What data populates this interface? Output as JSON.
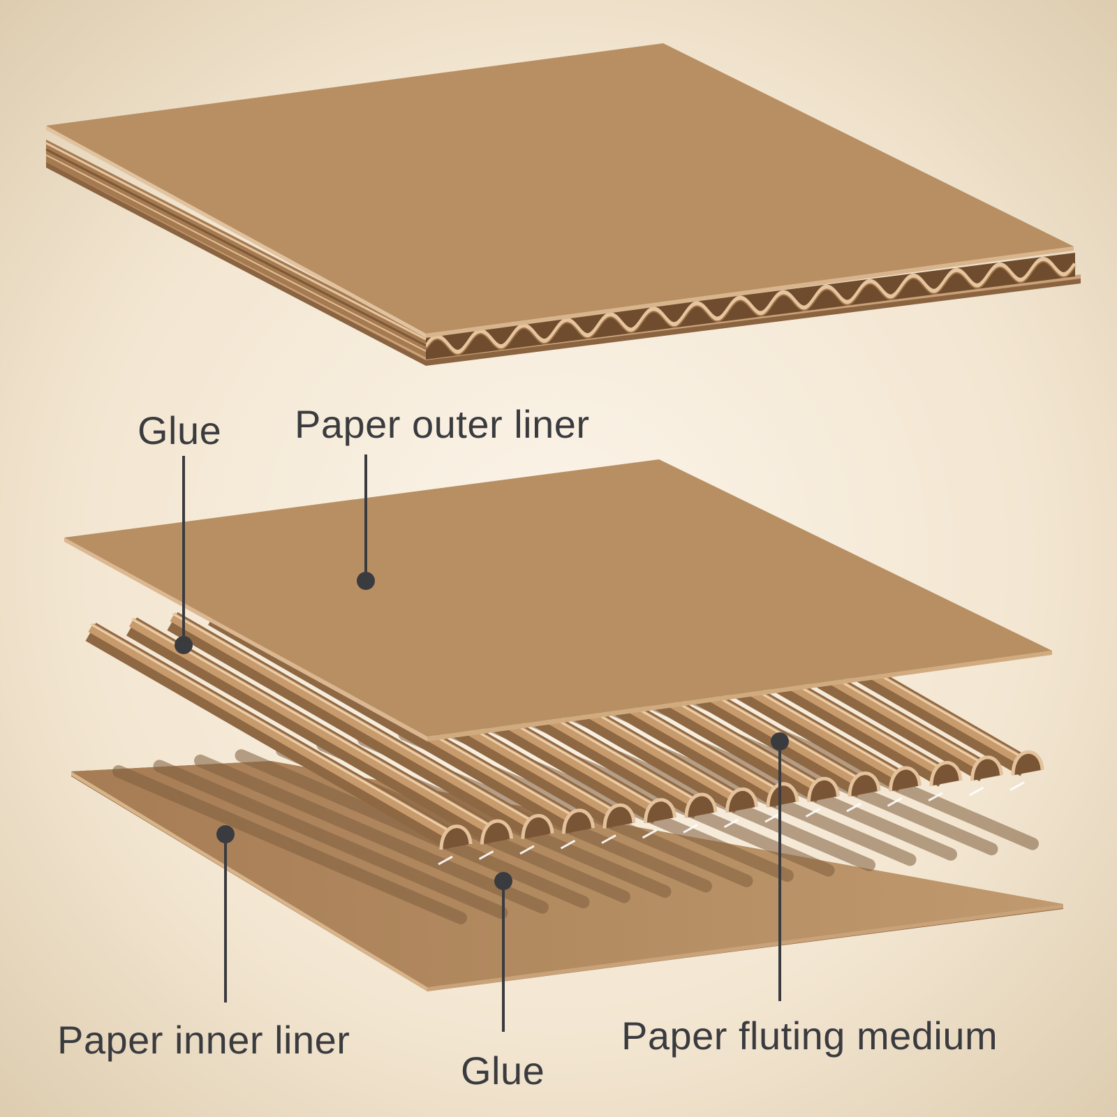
{
  "colors": {
    "background_center": "#fbf3e6",
    "background_edge": "#dfd0b6",
    "cardboard": "#b88f63",
    "cardboard_light": "#d9b58d",
    "cardboard_dark": "#8a6441",
    "label_text": "#3a3b3f",
    "leader_line": "#3a3b3f"
  },
  "labels": {
    "glue_top": "Glue",
    "outer_liner": "Paper outer liner",
    "inner_liner": "Paper inner liner",
    "glue_bottom": "Glue",
    "fluting_medium": "Paper fluting medium"
  }
}
